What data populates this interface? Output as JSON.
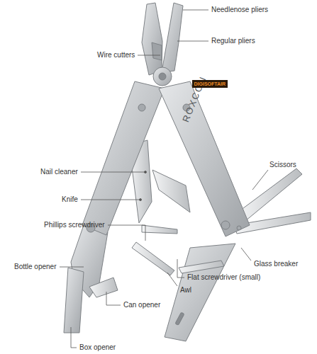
{
  "diagram": {
    "labels": [
      "Needlenose pliers",
      "Regular pliers",
      "Wire cutters",
      "Nail cleaner",
      "Knife",
      "Phillips screwdriver",
      "Bottle opener",
      "Can opener",
      "Box opener",
      "Awl",
      "Scissors",
      "Glass breaker",
      "Flat screwdriver (small)",
      "ROXCON",
      "DIGISOFTAIR"
    ]
  }
}
